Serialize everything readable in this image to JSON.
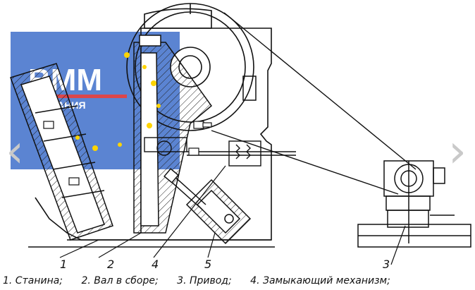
{
  "watermark": {
    "logo_text": "ВММ",
    "sub_text": "КОМПАНИЯ",
    "color_bg": "#3f6fcb",
    "color_stripe": "#d6262b",
    "color_star": "#ffd400"
  },
  "callouts": [
    "1",
    "2",
    "4",
    "5",
    "3"
  ],
  "caption": {
    "items": [
      "1. Станина;",
      "2. Вал в сборе;",
      "3. Привод;",
      "4. Замыкающий механизм;"
    ]
  },
  "nav": {
    "left_icon": "chevron-left-icon",
    "right_icon": "chevron-right-icon",
    "left_glyph": "‹",
    "right_glyph": "›"
  }
}
